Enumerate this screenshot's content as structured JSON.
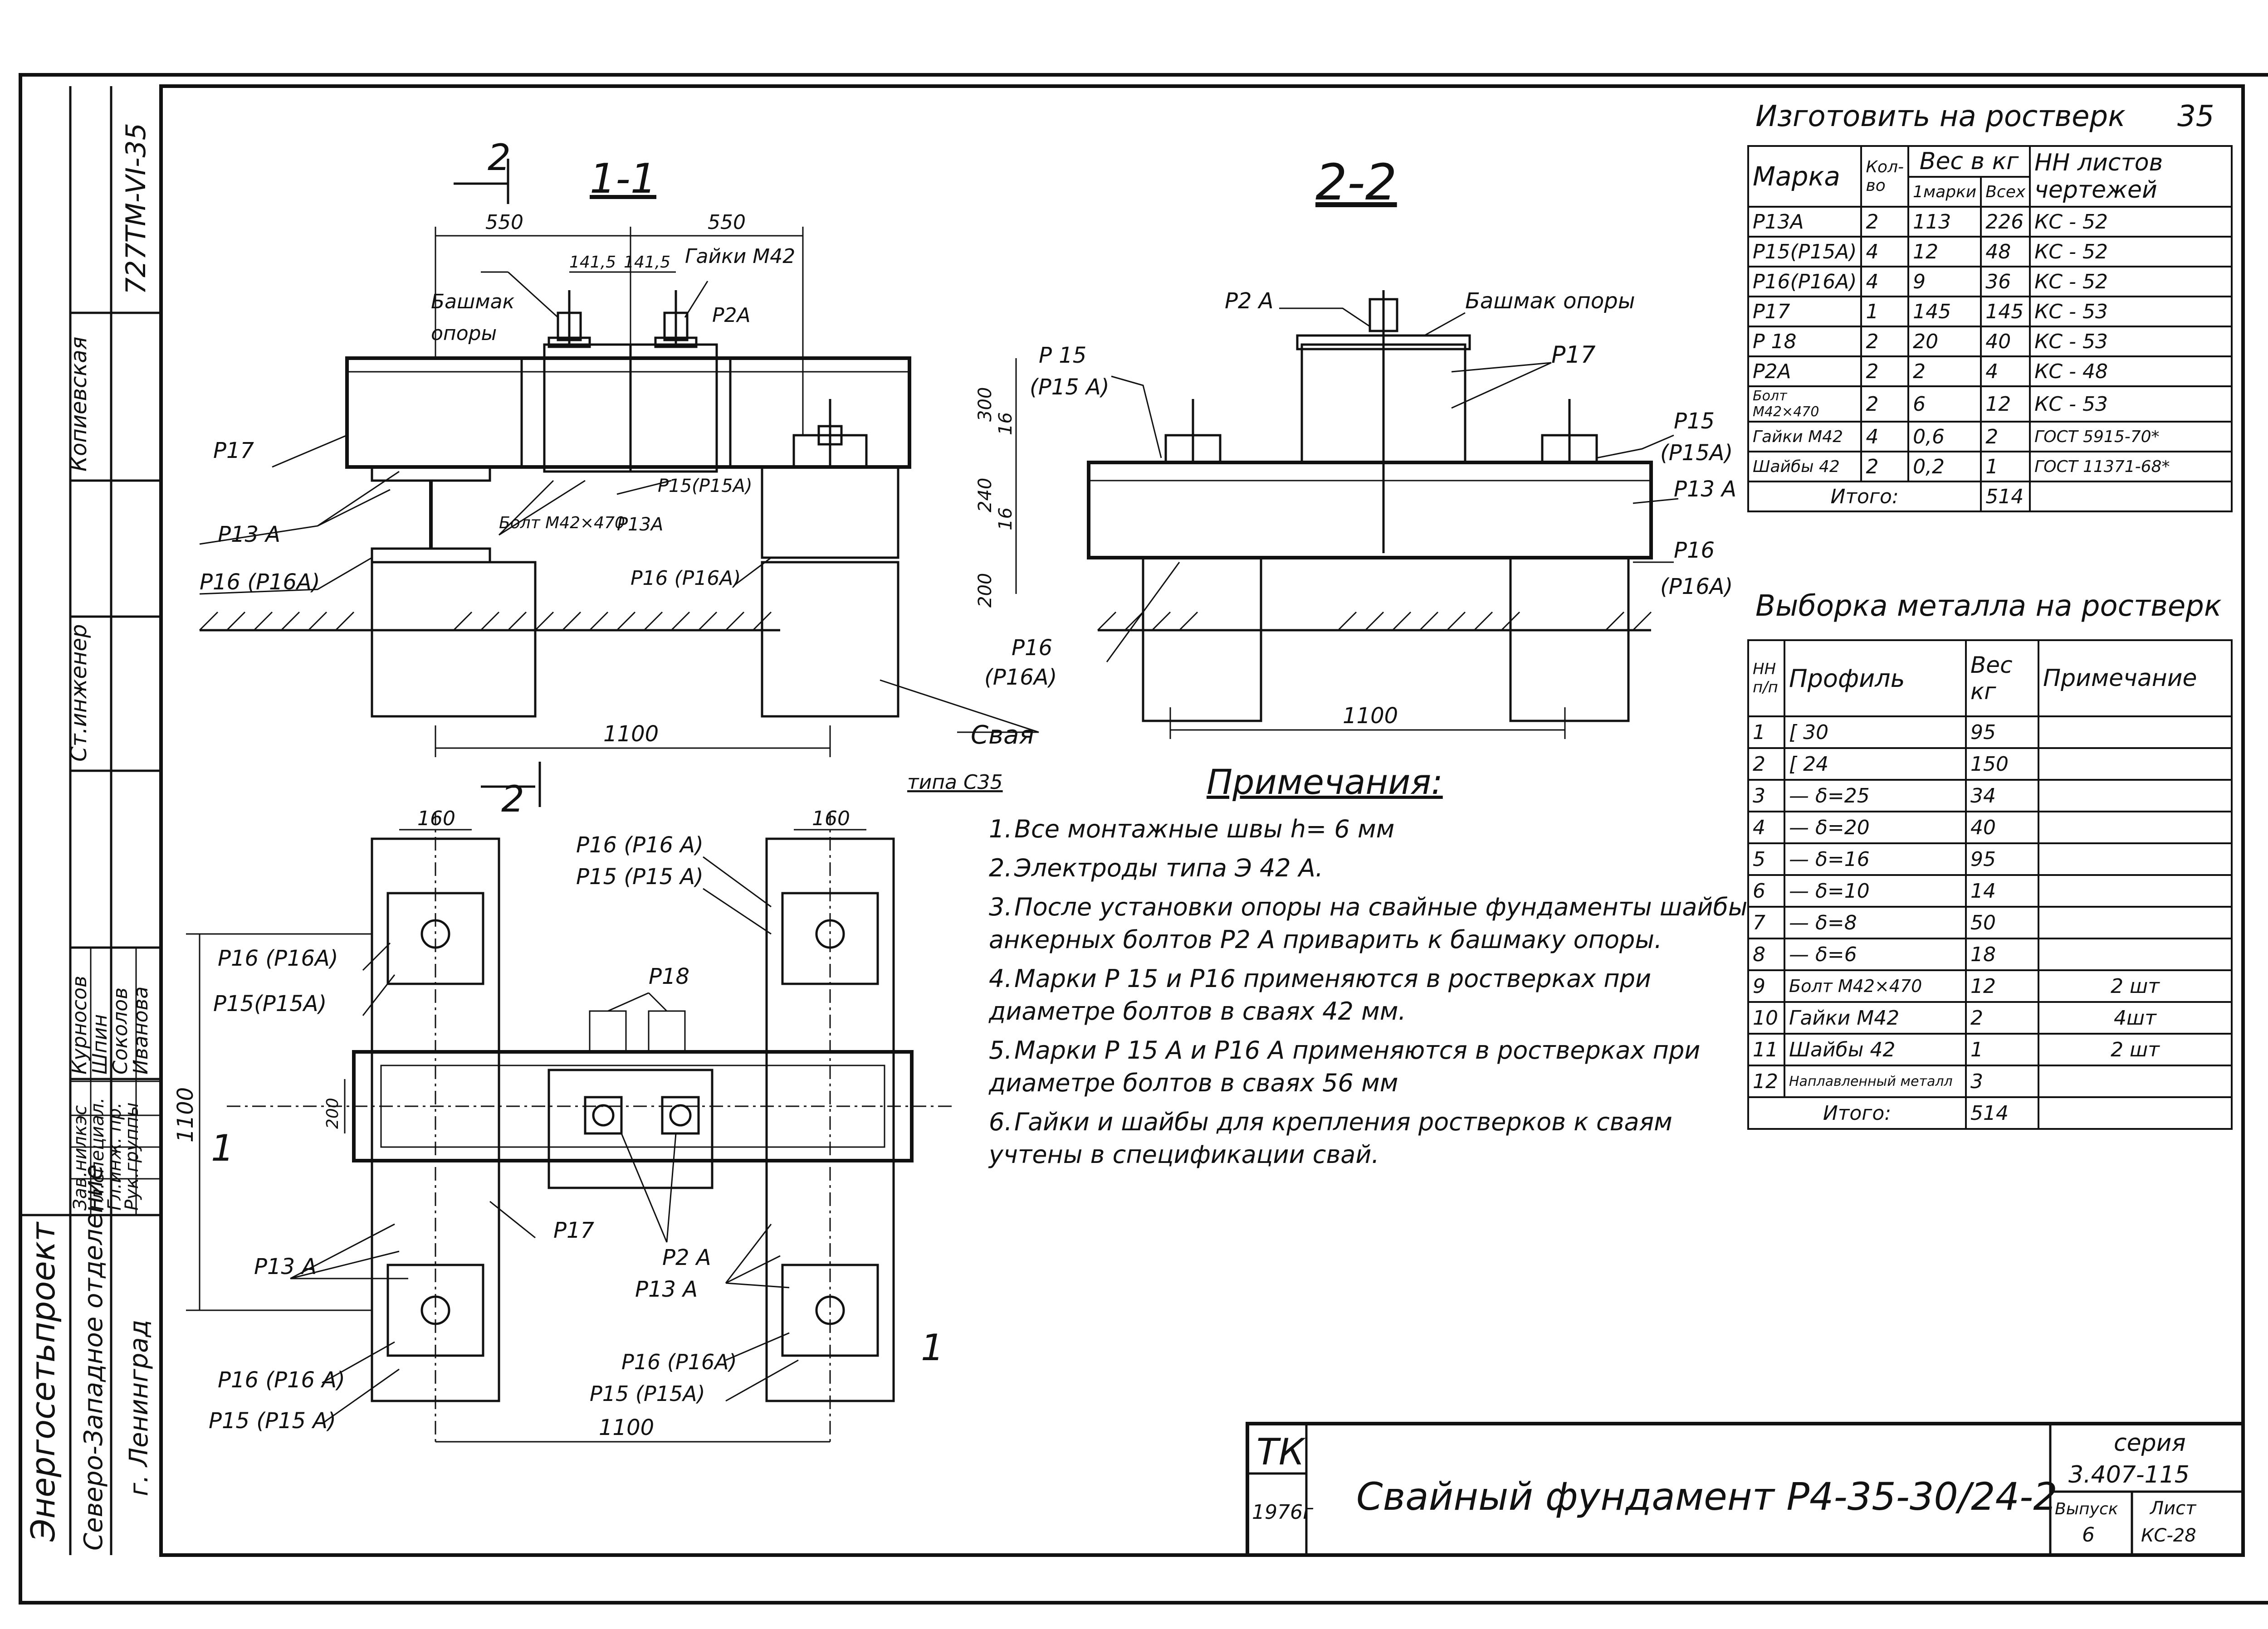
{
  "doc_code": "727TM-VI-35",
  "table1": {
    "title": "Изготовить на ростверк",
    "page_no": "35",
    "headers": {
      "mark": "Марка",
      "qty": "Кол-во",
      "weight": "Вес в кг",
      "weight_one": "1марки",
      "weight_all": "Всех",
      "sheets": "НН листов чертежей"
    },
    "rows": [
      {
        "mark": "P13A",
        "qty": "2",
        "one": "113",
        "all": "226",
        "sheet": "КС - 52"
      },
      {
        "mark": "P15(P15A)",
        "qty": "4",
        "one": "12",
        "all": "48",
        "sheet": "КС - 52"
      },
      {
        "mark": "P16(P16A)",
        "qty": "4",
        "one": "9",
        "all": "36",
        "sheet": "КС - 52"
      },
      {
        "mark": "P17",
        "qty": "1",
        "one": "145",
        "all": "145",
        "sheet": "КС - 53"
      },
      {
        "mark": "P 18",
        "qty": "2",
        "one": "20",
        "all": "40",
        "sheet": "КС - 53"
      },
      {
        "mark": "P2A",
        "qty": "2",
        "one": "2",
        "all": "4",
        "sheet": "КС - 48"
      },
      {
        "mark": "Болт М42×470",
        "qty": "2",
        "one": "6",
        "all": "12",
        "sheet": "КС - 53"
      },
      {
        "mark": "Гайки М42",
        "qty": "4",
        "one": "0,6",
        "all": "2",
        "sheet": "ГОСТ 5915-70*"
      },
      {
        "mark": "Шайбы 42",
        "qty": "2",
        "one": "0,2",
        "all": "1",
        "sheet": "ГОСТ 11371-68*"
      }
    ],
    "total_label": "Итого:",
    "total_value": "514"
  },
  "table2": {
    "title": "Выборка металла на ростверк",
    "headers": {
      "num": "НН п/п",
      "profile": "Профиль",
      "weight": "Вес кг",
      "note": "Примечание"
    },
    "rows": [
      {
        "num": "1",
        "profile": "[ 30",
        "weight": "95",
        "note": ""
      },
      {
        "num": "2",
        "profile": "[ 24",
        "weight": "150",
        "note": ""
      },
      {
        "num": "3",
        "profile": "— δ=25",
        "weight": "34",
        "note": ""
      },
      {
        "num": "4",
        "profile": "— δ=20",
        "weight": "40",
        "note": ""
      },
      {
        "num": "5",
        "profile": "— δ=16",
        "weight": "95",
        "note": ""
      },
      {
        "num": "6",
        "profile": "— δ=10",
        "weight": "14",
        "note": ""
      },
      {
        "num": "7",
        "profile": "— δ=8",
        "weight": "50",
        "note": ""
      },
      {
        "num": "8",
        "profile": "— δ=6",
        "weight": "18",
        "note": ""
      },
      {
        "num": "9",
        "profile": "Болт М42×470",
        "weight": "12",
        "note": "2 шт"
      },
      {
        "num": "10",
        "profile": "Гайки М42",
        "weight": "2",
        "note": "4шт"
      },
      {
        "num": "11",
        "profile": "Шайбы 42",
        "weight": "1",
        "note": "2 шт"
      },
      {
        "num": "12",
        "profile": "Наплавленный металл",
        "weight": "3",
        "note": ""
      }
    ],
    "total_label": "Итого:",
    "total_value": "514"
  },
  "notes": {
    "title": "Примечания:",
    "items": [
      {
        "n": "1.",
        "text": "Все монтажные швы  h= 6 мм"
      },
      {
        "n": "2.",
        "text": "Электроды  типа    Э 42 А."
      },
      {
        "n": "3.",
        "text": "После установки опоры на свайные фундаменты шайбы анкерных болтов Р2 А приварить к башмаку  опоры."
      },
      {
        "n": "4.",
        "text": "Марки Р 15  и Р16 применяются в ростверках при диаметре болтов в сваях 42 мм."
      },
      {
        "n": "5.",
        "text": "Марки  Р 15 А и Р16 А применяются в ростверках при диаметре болтов в сваях  56 мм"
      },
      {
        "n": "6.",
        "text": "Гайки и шайбы для крепления ростверков к сваям учтены в спецификации свай."
      }
    ]
  },
  "section_labels": {
    "s11": "1-1",
    "s22": "2-2",
    "cut2": "2",
    "cut1": "1"
  },
  "view11": {
    "dims": {
      "w550a": "550",
      "w550b": "550",
      "d1415a": "141,5",
      "d1415b": "141,5",
      "h300": "300",
      "h16a": "16",
      "h240": "240",
      "h16b": "16",
      "h200": "200",
      "w1100": "1100"
    },
    "labels": {
      "gaiki": "Гайки М42",
      "bashmak": "Башмак",
      "opory": "опоры",
      "p2a": "Р2А",
      "p17": "Р17",
      "p13a": "Р13 А",
      "p16": "Р16 (Р16А)",
      "bolt": "Болт М42×470",
      "p15": "Р15(Р15А)",
      "p13a2": "Р13А",
      "p16b": "Р16 (Р16А)",
      "p16c": "Р16",
      "p16d": "(Р16А)",
      "svaya": "Свая",
      "svaya_type": "типа С35"
    }
  },
  "view22": {
    "dims": {
      "w1100": "1100"
    },
    "labels": {
      "p2a": "Р2 А",
      "bashmak": "Башмак  опоры",
      "p17": "Р17",
      "p15": "Р 15",
      "p15a": "(Р15 А)",
      "p15r": "Р15",
      "p15ar": "(Р15А)",
      "p13a": "Р13 А",
      "p16": "Р16",
      "p16a": "(Р16А)"
    }
  },
  "plan": {
    "dims": {
      "w160a": "160",
      "w160b": "160",
      "h1100": "1100",
      "h200": "200",
      "w1100": "1100"
    },
    "labels": {
      "p16a": "Р16 (Р16 А)",
      "p15a": "Р15 (Р15 А)",
      "p16b": "Р16 (Р16А)",
      "p15b": "Р15(Р15А)",
      "p18": "Р18",
      "p17": "Р17",
      "p2a": "Р2 А",
      "p13a": "Р13 А",
      "p13a2": "Р13 А",
      "p16c": "Р16 (Р16А)",
      "p15c": "Р15 (Р15А)",
      "p16d": "Р16 (Р16 А)",
      "p15d": "Р15 (Р15 А)"
    }
  },
  "left_strip": {
    "org": "Энергосетьпроект",
    "dept": "Северо-Западное отделение",
    "city": "г. Ленинград",
    "roles": [
      "Зав.нилкэс",
      "Гл.специал.",
      "Гл.инж. пр.",
      "Рук.группы"
    ],
    "names": [
      "Курносов",
      "Шпин",
      "Соколов",
      "Иванова"
    ],
    "role_top": "Ст.инженер",
    "name_top": "Копиевская"
  },
  "stamp": {
    "org": "ТК",
    "year": "1976г",
    "title": "Свайный фундамент Р4-35-30/24-2",
    "series_label": "серия",
    "series": "3.407-115",
    "issue_label": "Выпуск",
    "issue": "6",
    "sheet_label": "Лист",
    "sheet": "КС-28"
  }
}
